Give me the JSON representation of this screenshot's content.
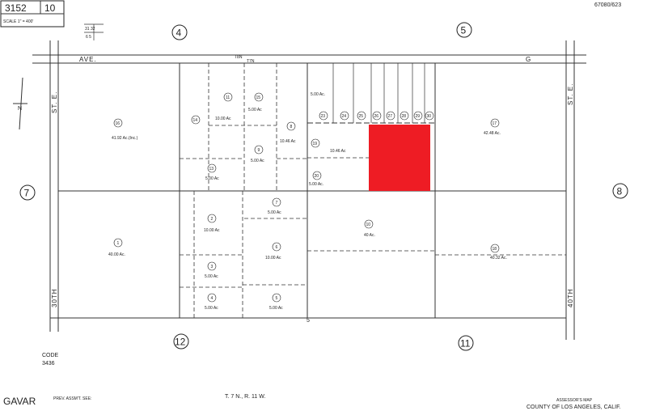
{
  "header": {
    "book": "3152",
    "page": "10",
    "scale": "SCALE 1\" = 400'",
    "ref_number": "67080/623",
    "index_top": "31 32",
    "index_bottom": "6 5"
  },
  "roads": {
    "top_avenue_left": "AVE.",
    "top_avenue_right": "G",
    "top_avenue_township": "T8N",
    "top_avenue_township_sub": "T7N",
    "left_street": "30TH",
    "left_street_suffix": "ST. E.",
    "right_street": "40TH",
    "right_street_suffix": "ST. E."
  },
  "adjacent_pages": {
    "north_left": "4",
    "north_right": "5",
    "west": "7",
    "east": "8",
    "south_left": "12",
    "south_right": "11"
  },
  "parcels": [
    {
      "num": "16",
      "area": "41.92 Ac.(Inc.)"
    },
    {
      "num": "1",
      "area": "40.00 Ac."
    },
    {
      "num": "2",
      "area": "10.00 Ac"
    },
    {
      "num": "3",
      "area": "5.00 Ac"
    },
    {
      "num": "4",
      "area": "5.00 Ac"
    },
    {
      "num": "5",
      "area": "5.00 Ac"
    },
    {
      "num": "6",
      "area": "10.00 Ac"
    },
    {
      "num": "7",
      "area": "5.00 Ac"
    },
    {
      "num": "8",
      "area": "10.46 Ac"
    },
    {
      "num": "9",
      "area": "5.00 Ac"
    },
    {
      "num": "10",
      "area": "40 Ac."
    },
    {
      "num": "11",
      "area": "10.00 Ac"
    },
    {
      "num": "13",
      "area": "5.00 Ac"
    },
    {
      "num": "14",
      "area": ""
    },
    {
      "num": "15",
      "area": "5.00 Ac"
    },
    {
      "num": "17",
      "area": "42.48 Ac."
    },
    {
      "num": "18",
      "area": "40.32 Ac."
    },
    {
      "num": "19",
      "area": "10.46 Ac"
    },
    {
      "num": "20",
      "area": "5.00 Ac."
    },
    {
      "num": "23",
      "area": "5.00 Ac."
    },
    {
      "num": "24",
      "area": ""
    },
    {
      "num": "25",
      "area": ""
    },
    {
      "num": "26",
      "area": ""
    },
    {
      "num": "27",
      "area": ""
    },
    {
      "num": "28",
      "area": ""
    },
    {
      "num": "29",
      "area": ""
    },
    {
      "num": "30",
      "area": ""
    }
  ],
  "section_number": "5",
  "highlight": {
    "parcel": "selected",
    "color": "#ee1c24"
  },
  "footer": {
    "code_label": "CODE",
    "code_value": "3436",
    "township": "T. 7 N., R. 11 W.",
    "title_line1": "ASSESSOR'S MAP",
    "title_line2": "COUNTY OF LOS ANGELES, CALIF.",
    "prev_assessment": "PREV. ASSM'T. SEE:",
    "watermark": "GAVAR"
  },
  "north_arrow": "N"
}
